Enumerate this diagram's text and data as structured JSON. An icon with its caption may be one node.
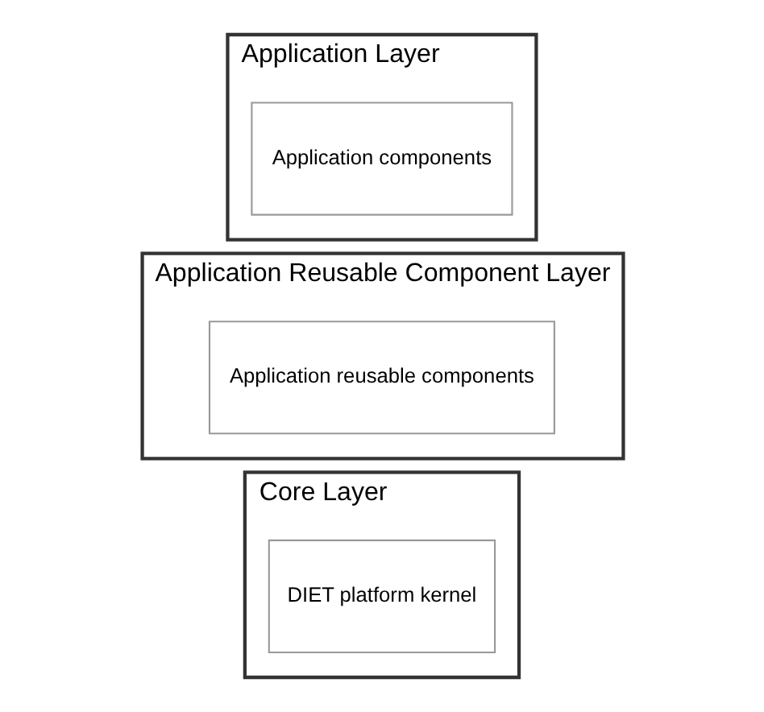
{
  "diagram": {
    "nodes": [
      {
        "text": [
          "Application Layer"
        ]
      },
      {
        "text": [
          "Application components"
        ],
        "in": 0
      },
      {
        "text": [
          "Application Reusable Component Layer"
        ]
      },
      {
        "text": [
          "Application reusable components"
        ],
        "in": 2
      },
      {
        "text": [
          "Core Layer"
        ]
      },
      {
        "text": [
          "DIET platform kernel"
        ],
        "in": 4
      }
    ],
    "edges": []
  }
}
